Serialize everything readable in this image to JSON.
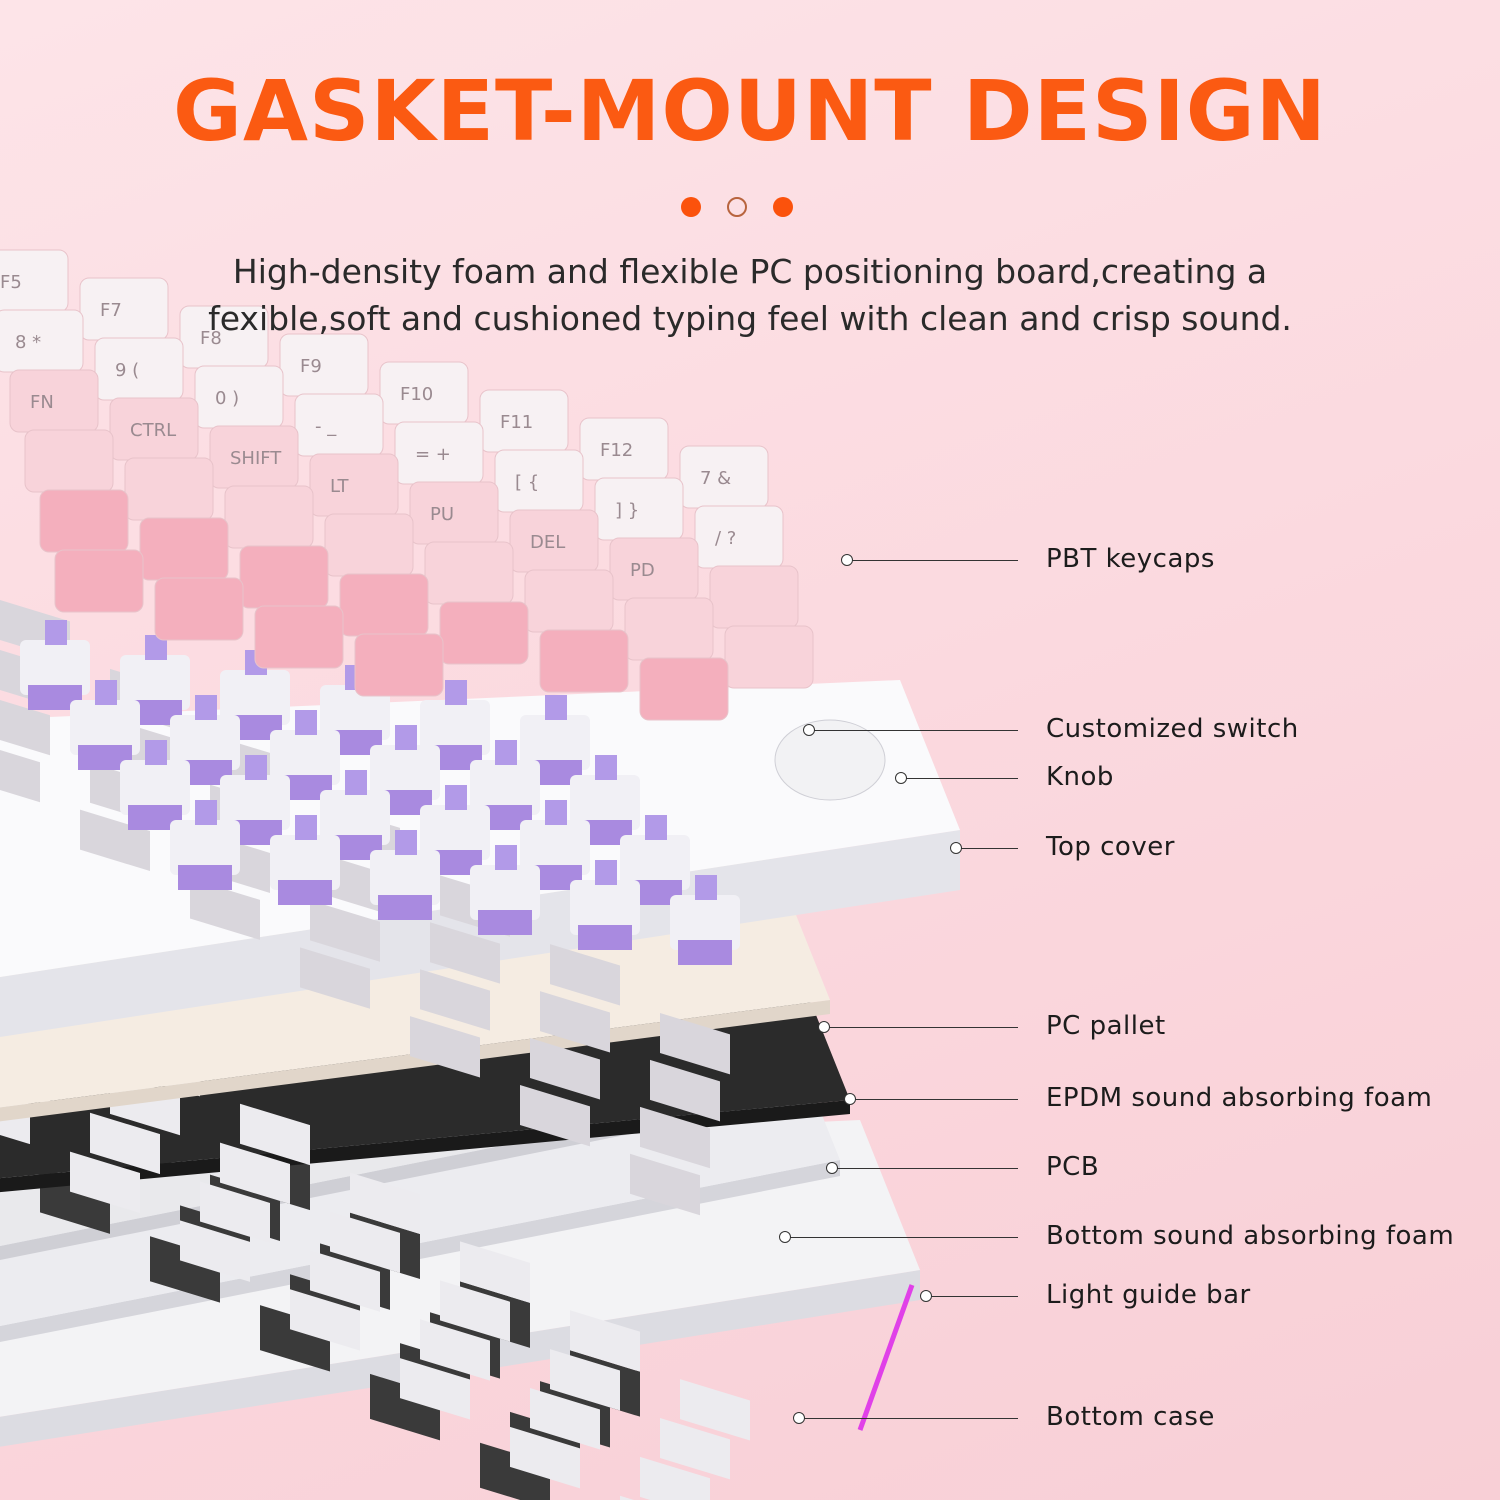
{
  "header": {
    "title": "GASKET-MOUNT DESIGN",
    "subtitle_line1": "High-density foam and flexible PC positioning board,creating a",
    "subtitle_line2": "fexible,soft and cushioned typing feel with clean and crisp sound."
  },
  "pager": {
    "active_color": "#fb520c",
    "dots": [
      "filled",
      "hollow",
      "filled"
    ]
  },
  "colors": {
    "title": "#fb5a12",
    "keycap_pink": "#f6b7c2",
    "switch_purple": "#a98ae0",
    "foam_dark": "#2b2b2b"
  },
  "keycap_legends": [
    "F5",
    "F7",
    "F8",
    "F9",
    "F10",
    "F11",
    "F12",
    "7 &",
    "8 *",
    "9 (",
    "0 )",
    "- _",
    "= +",
    "[ {",
    "] }",
    "/ ?",
    "FN",
    "CTRL",
    "SHIFT",
    "LT",
    "PU",
    "DEL",
    "PD"
  ],
  "parts": [
    {
      "label": "PBT keycaps"
    },
    {
      "label": "Customized switch"
    },
    {
      "label": "Knob"
    },
    {
      "label": "Top cover"
    },
    {
      "label": "PC pallet"
    },
    {
      "label": "EPDM sound absorbing foam"
    },
    {
      "label": "PCB"
    },
    {
      "label": "Bottom sound absorbing foam"
    },
    {
      "label": "Light guide bar"
    },
    {
      "label": "Bottom case"
    }
  ]
}
